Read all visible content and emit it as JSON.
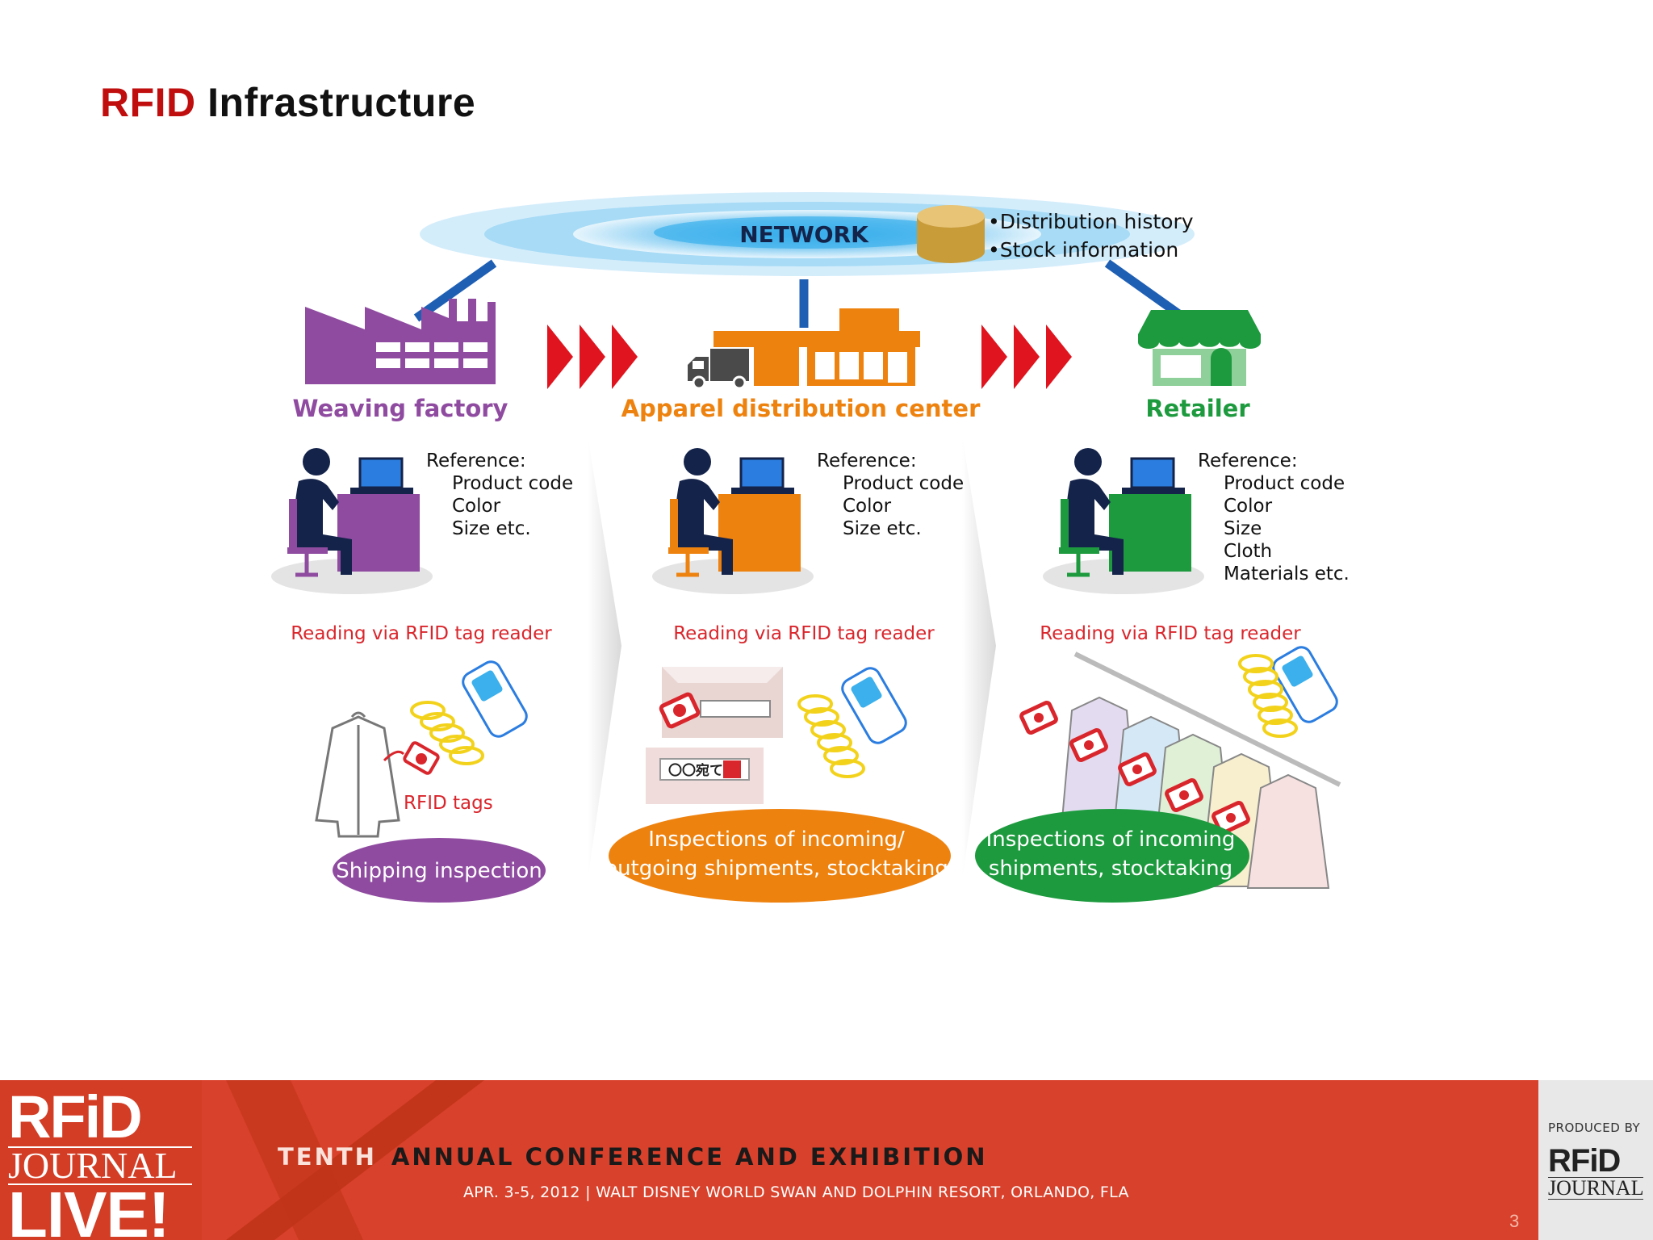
{
  "slide": {
    "title_red": "RFID",
    "title_black": "Infrastructure",
    "page_number": "3"
  },
  "diagram": {
    "network_label": "NETWORK",
    "db_items": [
      "•Distribution history",
      "•Stock information"
    ],
    "stages": [
      {
        "name": "Weaving factory",
        "color": "#8f4ba0",
        "reference_title": "Reference:",
        "reference_items": [
          "Product code",
          "Color",
          "Size etc."
        ],
        "reader_label": "Reading via RFID tag reader",
        "tag_label": "RFID tags",
        "process": "Shipping inspection"
      },
      {
        "name": "Apparel distribution center",
        "color": "#ee820f",
        "reference_title": "Reference:",
        "reference_items": [
          "Product code",
          "Color",
          "Size etc."
        ],
        "reader_label": "Reading via RFID tag reader",
        "box_label": "〇〇宛て",
        "process": [
          "Inspections of incoming/",
          "outgoing shipments, stocktaking"
        ]
      },
      {
        "name": "Retailer",
        "color": "#1d9a3e",
        "reference_title": "Reference:",
        "reference_items": [
          "Product code",
          "Color",
          "Size",
          "Cloth",
          "Materials etc."
        ],
        "reader_label": "Reading via RFID tag reader",
        "process": [
          "Inspections of incoming",
          "shipments, stocktaking"
        ]
      }
    ],
    "colors": {
      "accent_red": "#e0141e",
      "network_blue": "#1e5fb4",
      "label_red": "#d9262c"
    }
  },
  "footer": {
    "logo_line1": "RFiD",
    "logo_line2": "JOURNAL",
    "logo_line3": "LIVE!",
    "tenth": "TENTH",
    "conference": "ANNUAL CONFERENCE AND EXHIBITION",
    "dates": "APR. 3-5, 2012 | WALT DISNEY WORLD SWAN AND DOLPHIN RESORT, ORLANDO, FLA",
    "produced_by": "PRODUCED BY",
    "producer_line1": "RFiD",
    "producer_line2": "JOURNAL"
  }
}
